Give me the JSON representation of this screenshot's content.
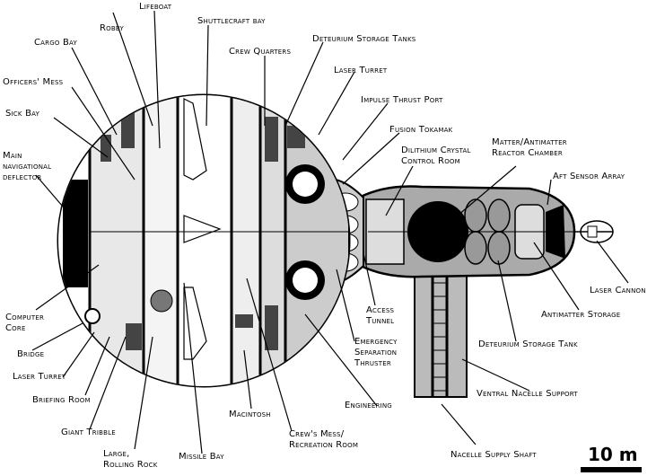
{
  "title": "Starship cutaway deck plan",
  "scale": {
    "label": "10 m"
  },
  "labels": {
    "lifeboat": "Lifeboat",
    "robby": "Robby",
    "shuttlecraft_bay": "Shuttlecraft bay",
    "cargo_bay": "Cargo Bay",
    "crew_quarters": "Crew Quarters",
    "deteurium_storage_tanks": "Deteurium Storage Tanks",
    "officers_mess": "Officers' Mess",
    "laser_turret_top": "Laser Turret",
    "impulse_thrust_port": "Impulse Thrust Port",
    "sick_bay": "Sick Bay",
    "fusion_tokamak": "Fusion Tokamak",
    "main_nav_deflector": "Main\nnavigational\ndeflector",
    "dilithium_crystal": "Dilithium Crystal\nControl Room",
    "matter_antimatter": "Matter/Antimatter\nReactor Chamber",
    "aft_sensor_array": "Aft Sensor Array",
    "laser_cannon": "Laser Cannon",
    "computer_core": "Computer\nCore",
    "access_tunnel": "Access\nTunnel",
    "antimatter_storage": "Antimatter Storage",
    "bridge": "Bridge",
    "emergency_separation": "Emergency\nSeparation\nThruster",
    "deteurium_storage_tank": "Deteurium Storage Tank",
    "laser_turret_bottom": "Laser Turret",
    "briefing_room": "Briefing Room",
    "ventral_nacelle_support": "Ventral Nacelle Support",
    "engineering": "Engineering",
    "macintosh": "Macintosh",
    "giant_tribble": "Giant Tribble",
    "crews_mess": "Crew's Mess/\nRecreation Room",
    "large_rolling_rock": "Large,\nRolling Rock",
    "missile_bay": "Missile Bay",
    "nacelle_supply_shaft": "Nacelle Supply Shaft"
  }
}
